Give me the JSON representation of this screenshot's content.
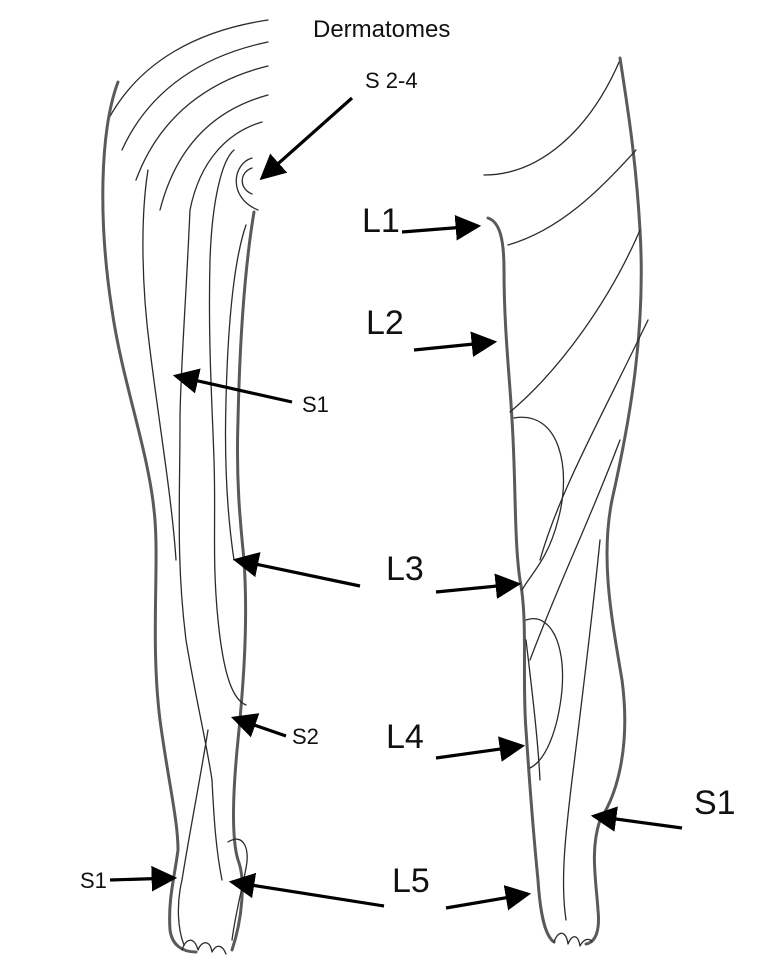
{
  "title": "Dermatomes",
  "labels": {
    "s2_4": "S 2-4",
    "l1": "L1",
    "l2": "L2",
    "s1_back_thigh": "S1",
    "l3": "L3",
    "s2": "S2",
    "l4": "L4",
    "s1_front_ankle": "S1",
    "s1_back_heel": "S1",
    "l5": "L5"
  },
  "colors": {
    "outline": "#5a5a5a",
    "line": "#2b2b2b",
    "arrow": "#000000"
  }
}
